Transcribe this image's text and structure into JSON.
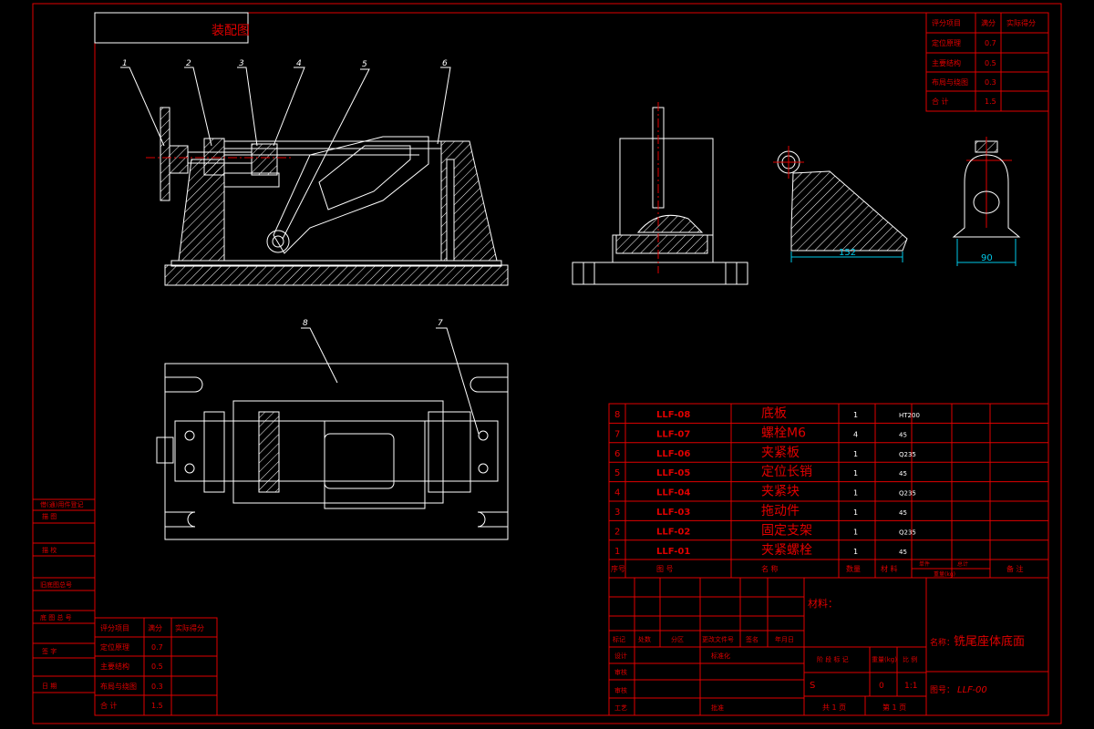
{
  "title_stub": "装配图",
  "score_table": {
    "headers": [
      "评分项目",
      "满分",
      "实际得分"
    ],
    "rows": [
      [
        "定位原理",
        "0.7",
        ""
      ],
      [
        "主要结构",
        "0.5",
        ""
      ],
      [
        "布局与绕图",
        "0.3",
        ""
      ],
      [
        "合  计",
        "1.5",
        ""
      ]
    ]
  },
  "callouts": [
    "1",
    "2",
    "3",
    "4",
    "5",
    "6",
    "8",
    "7"
  ],
  "dimensions": {
    "width_152": "152",
    "width_90": "90"
  },
  "parts_list": [
    {
      "no": "8",
      "code": "LLF-08",
      "name": "底板",
      "qty": "1",
      "material": "HT200"
    },
    {
      "no": "7",
      "code": "LLF-07",
      "name": "螺栓M6",
      "qty": "4",
      "material": "45"
    },
    {
      "no": "6",
      "code": "LLF-06",
      "name": "夹紧板",
      "qty": "1",
      "material": "Q235"
    },
    {
      "no": "5",
      "code": "LLF-05",
      "name": "定位长销",
      "qty": "1",
      "material": "45"
    },
    {
      "no": "4",
      "code": "LLF-04",
      "name": "夹紧块",
      "qty": "1",
      "material": "Q235"
    },
    {
      "no": "3",
      "code": "LLF-03",
      "name": "拖动件",
      "qty": "1",
      "material": "45"
    },
    {
      "no": "2",
      "code": "LLF-02",
      "name": "固定支架",
      "qty": "1",
      "material": "Q235"
    },
    {
      "no": "1",
      "code": "LLF-01",
      "name": "夹紧螺栓",
      "qty": "1",
      "material": "45"
    }
  ],
  "parts_header": {
    "no": "序号",
    "code": "图  号",
    "name": "名    称",
    "qty": "数量",
    "material": "材 料",
    "weight_single": "单件",
    "weight_total": "总计",
    "weight": "重量(kg)",
    "remark": "备 注"
  },
  "title_block": {
    "material_label": "材料：",
    "name_label": "名称：",
    "name_value": "铣尾座体底面",
    "drawing_no_label": "图号：",
    "drawing_no_value": "LLF-00",
    "stage_label": "阶 段 标 记",
    "weight_label": "重量(kg)",
    "scale_label": "比 例",
    "stage_value": "S",
    "weight_value": "0",
    "scale_value": "1:1",
    "sheets_total": "共 1 页",
    "sheet_no": "第 1 页",
    "rev_headers": [
      "标记",
      "处数",
      "分区",
      "更改文件号",
      "签名",
      "年月日"
    ],
    "roles": [
      "设计",
      "审核",
      "审核",
      "工艺"
    ],
    "role_extra": [
      "标准化",
      "批准"
    ]
  },
  "left_strip": [
    "借(通)用件登记",
    "描  图",
    "描  校",
    "旧底图总号",
    "底 图 总 号",
    "签  字",
    "日  期"
  ],
  "colors": {
    "red": "#e00000",
    "white": "#ffffff",
    "cyan": "#00c8e8",
    "green": "#00c000",
    "yellow": "#e0e000"
  }
}
